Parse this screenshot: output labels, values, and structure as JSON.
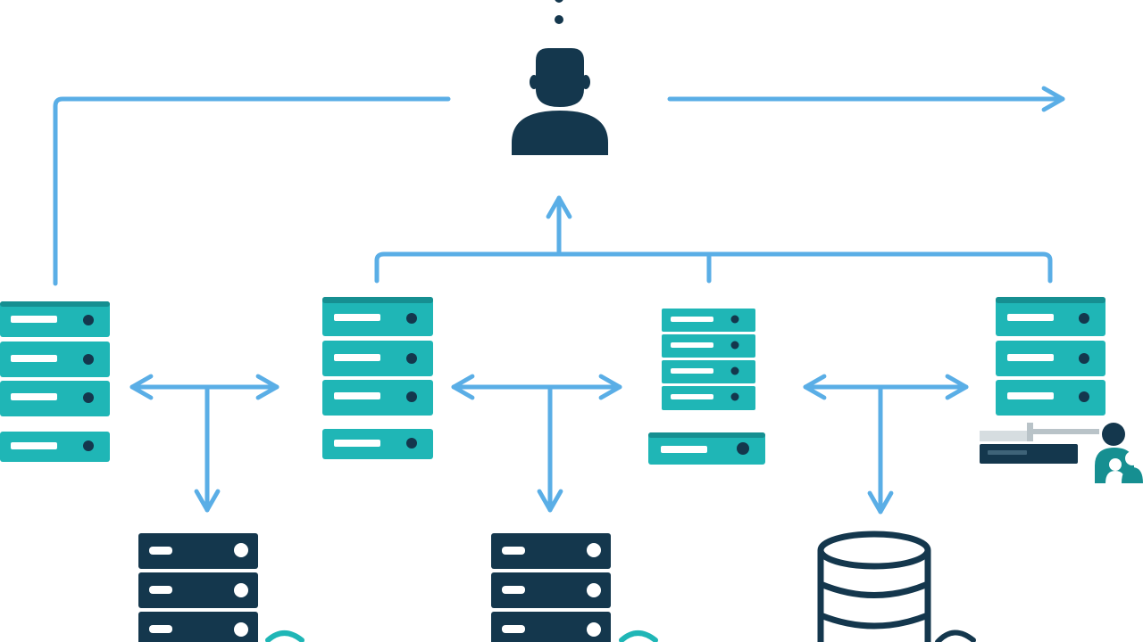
{
  "colors": {
    "background": "#ffffff",
    "connector": "#5aaee6",
    "server_teal": "#1fb6b6",
    "server_teal_dark": "#168f91",
    "server_navy": "#14374d",
    "slot_light": "#ffffff",
    "gray": "#b9c3c8"
  },
  "diagram": {
    "nodes": [
      {
        "name": "user-icon",
        "kind": "user"
      },
      {
        "name": "server-rack-left",
        "kind": "teal-server"
      },
      {
        "name": "server-rack-center-left",
        "kind": "teal-server"
      },
      {
        "name": "server-rack-center-right",
        "kind": "teal-server"
      },
      {
        "name": "server-rack-right",
        "kind": "teal-server"
      },
      {
        "name": "server-rack-bottom-left",
        "kind": "navy-server"
      },
      {
        "name": "server-rack-bottom-center",
        "kind": "navy-server"
      },
      {
        "name": "database-icon",
        "kind": "database"
      },
      {
        "name": "admin-user-icon",
        "kind": "small-user"
      }
    ]
  }
}
